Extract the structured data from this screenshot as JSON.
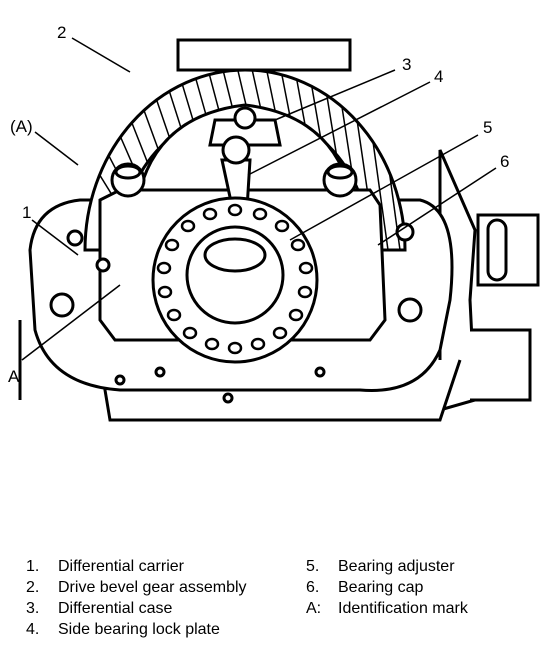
{
  "figure": {
    "callouts": {
      "c2": "2",
      "c3": "3",
      "c4": "4",
      "c5": "5",
      "c6": "6",
      "cA_paren": "(A)",
      "c1": "1",
      "cA": "A"
    }
  },
  "legend": {
    "left": [
      {
        "num": "1.",
        "text": "Differential carrier"
      },
      {
        "num": "2.",
        "text": "Drive bevel gear assembly"
      },
      {
        "num": "3.",
        "text": "Differential case"
      },
      {
        "num": "4.",
        "text": "Side bearing lock plate"
      }
    ],
    "right": [
      {
        "num": "5.",
        "text": "Bearing adjuster"
      },
      {
        "num": "6.",
        "text": "Bearing cap"
      },
      {
        "num": "A:",
        "text": "Identification mark"
      }
    ]
  }
}
